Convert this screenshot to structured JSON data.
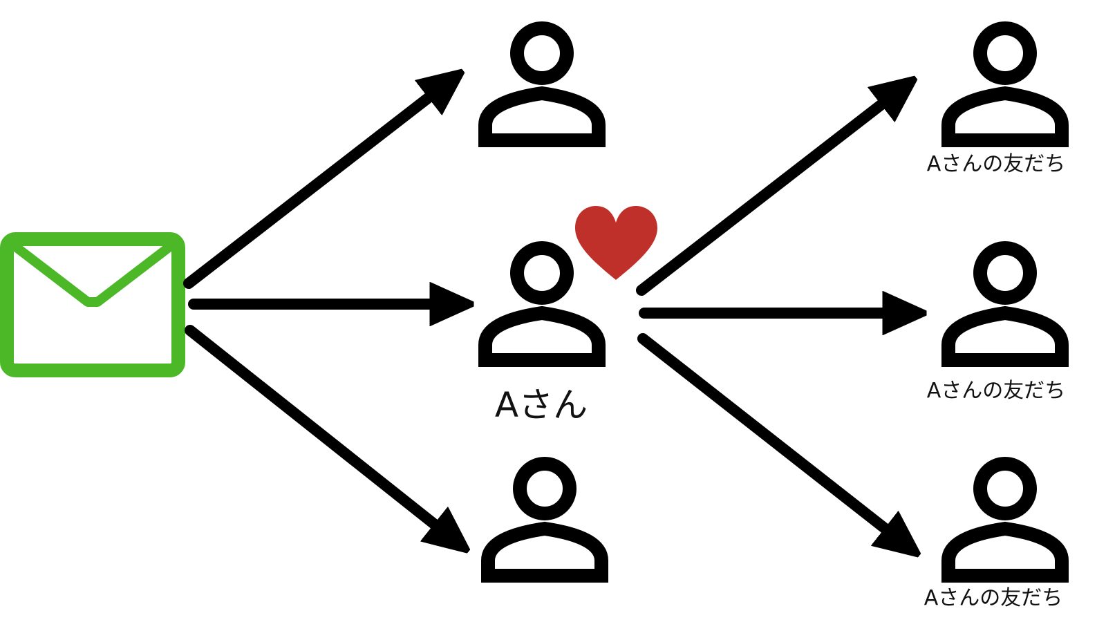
{
  "colors": {
    "envelope": "#4cb828",
    "heart": "#c0302b",
    "ink": "#000000"
  },
  "icons": [
    "envelope-icon",
    "person-icon",
    "heart-icon",
    "arrow-icon"
  ],
  "labels": {
    "center_person": "Aさん",
    "friend_1": "Aさんの友だち",
    "friend_2": "Aさんの友だち",
    "friend_3": "Aさんの友だち"
  }
}
